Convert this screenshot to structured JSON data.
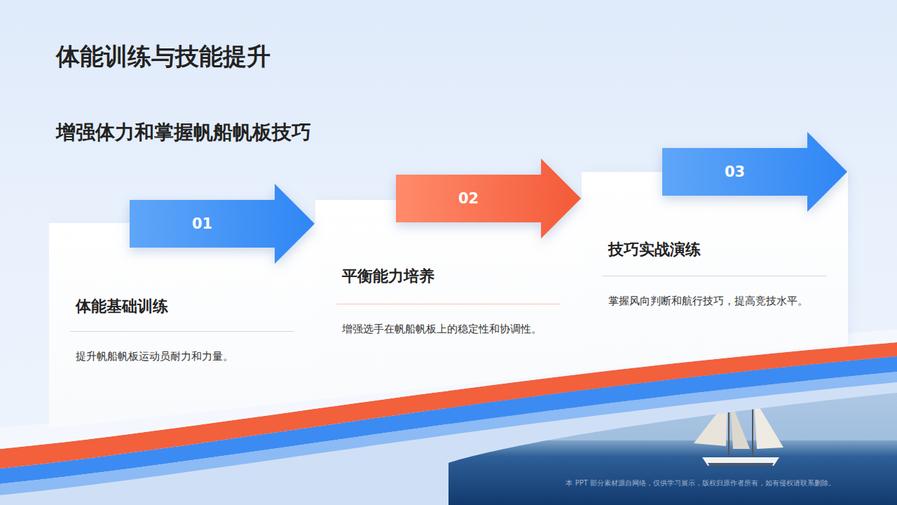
{
  "diagram": {
    "title": "体能训练与技能提升",
    "nodes": [
      {
        "text": [
          "01"
        ]
      },
      {
        "text": [
          "体能基础训练",
          "提升帆船帆板运动员耐力和力量。"
        ]
      },
      {
        "text": [
          "02"
        ]
      },
      {
        "text": [
          "平衡能力培养",
          "增强选手在帆船帆板上的稳定性和协调性。"
        ]
      },
      {
        "text": [
          "03"
        ]
      },
      {
        "text": [
          "技巧实战演练",
          "掌握风向判断和航行技巧，提高竞技水平。"
        ]
      }
    ],
    "labels": [
      "增强体力和掌握帆船帆板技巧",
      "本 PPT 部分素材源自网络，仅供学习展示，版权归原作者所有，如有侵权请联系删除。"
    ]
  }
}
